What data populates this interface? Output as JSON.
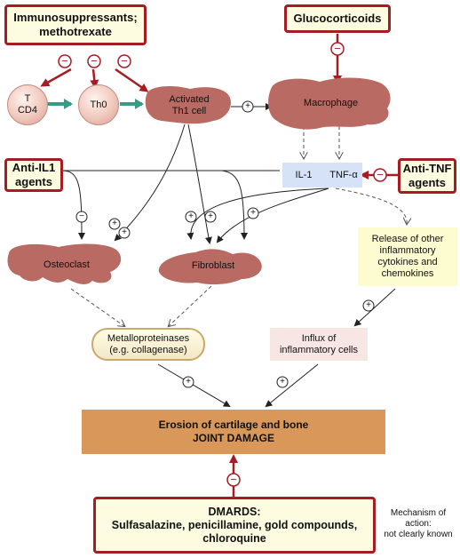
{
  "drugs": {
    "immuno": "Immunosuppressants;\nmethotrexate",
    "gluco": "Glucocorticoids",
    "anti_il1": "Anti-IL1\nagents",
    "anti_tnf": "Anti-TNF\nagents",
    "dmards": "DMARDS:\nSulfasalazine, penicillamine, gold compounds,\nchloroquine"
  },
  "cells": {
    "tcd4": "T\nCD4",
    "th0": "Th0",
    "th1": "Activated\nTh1 cell",
    "macrophage": "Macrophage",
    "osteoclast": "Osteoclast",
    "fibroblast": "Fibroblast"
  },
  "cytokines": {
    "il1": "IL-1",
    "tnf": "TNF-α"
  },
  "boxes": {
    "release": "Release of other\ninflammatory\ncytokines and\nchemokines",
    "mmp": "Metalloproteinases\n(e.g. collagenase)",
    "influx": "Influx of\ninflammatory cells",
    "erosion": "Erosion of cartilage and bone\nJOINT DAMAGE"
  },
  "mechanism_note": "Mechanism of\naction:\nnot clearly known",
  "signs": {
    "minus": "−",
    "plus": "+"
  },
  "colors": {
    "inhibit": "#a51d22",
    "blob": "#b96a62",
    "activation": "#3a9a88",
    "erosion": "#d9975a",
    "cytokine_box": "#d6e2f7",
    "yellow_box": "#fdfbd0",
    "pink_box": "#f8e6e4"
  }
}
